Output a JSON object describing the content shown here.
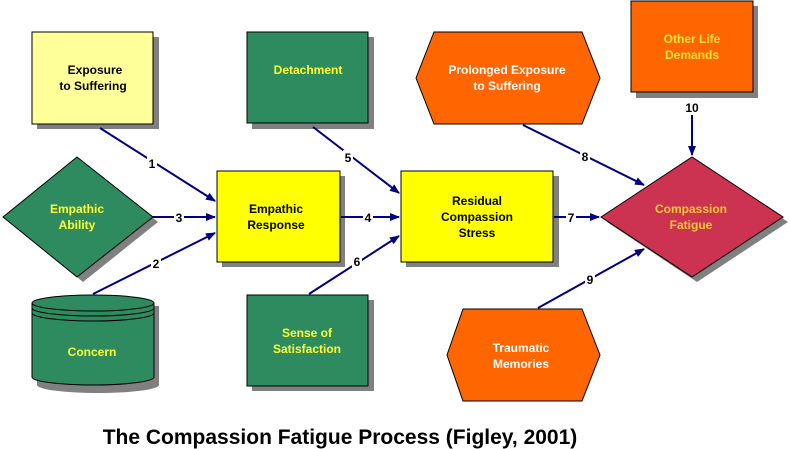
{
  "title": "The Compassion Fatigue Process (Figley, 2001)",
  "colors": {
    "pale_yellow": "#FFFF99",
    "yellow": "#FFFF00",
    "green": "#2E8B60",
    "orange": "#FF6600",
    "crimson": "#CC3350",
    "arrow": "#000080",
    "shadow": "#808080",
    "green_text": "#FFFF33",
    "orange_text_yellow": "#FFE633",
    "white_text": "#FFFFFF"
  },
  "nodes": {
    "exposure": {
      "lines": [
        "Exposure",
        "to Suffering"
      ],
      "shape": "rectangle"
    },
    "detachment": {
      "lines": [
        "Detachment"
      ],
      "shape": "rectangle"
    },
    "prolonged": {
      "lines": [
        "Prolonged Exposure",
        "to Suffering"
      ],
      "shape": "hexagon"
    },
    "other_life": {
      "lines": [
        "Other Life",
        "Demands"
      ],
      "shape": "rectangle"
    },
    "empathic_ability": {
      "lines": [
        "Empathic",
        "Ability"
      ],
      "shape": "diamond"
    },
    "empathic_response": {
      "lines": [
        "Empathic",
        "Response"
      ],
      "shape": "rectangle"
    },
    "residual": {
      "lines": [
        "Residual",
        "Compassion",
        "Stress"
      ],
      "shape": "rectangle"
    },
    "compassion_fatigue": {
      "lines": [
        "Compassion",
        "Fatigue"
      ],
      "shape": "diamond"
    },
    "concern": {
      "lines": [
        "Concern"
      ],
      "shape": "cylinder"
    },
    "satisfaction": {
      "lines": [
        "Sense of",
        "Satisfaction"
      ],
      "shape": "rectangle"
    },
    "traumatic": {
      "lines": [
        "Traumatic",
        "Memories"
      ],
      "shape": "hexagon"
    }
  },
  "edges": [
    {
      "label": "1",
      "from": "exposure",
      "to": "empathic_response"
    },
    {
      "label": "2",
      "from": "concern",
      "to": "empathic_response"
    },
    {
      "label": "3",
      "from": "empathic_ability",
      "to": "empathic_response"
    },
    {
      "label": "4",
      "from": "empathic_response",
      "to": "residual"
    },
    {
      "label": "5",
      "from": "detachment",
      "to": "residual"
    },
    {
      "label": "6",
      "from": "satisfaction",
      "to": "residual"
    },
    {
      "label": "7",
      "from": "residual",
      "to": "compassion_fatigue"
    },
    {
      "label": "8",
      "from": "prolonged",
      "to": "compassion_fatigue"
    },
    {
      "label": "9",
      "from": "traumatic",
      "to": "compassion_fatigue"
    },
    {
      "label": "10",
      "from": "other_life",
      "to": "compassion_fatigue"
    }
  ]
}
